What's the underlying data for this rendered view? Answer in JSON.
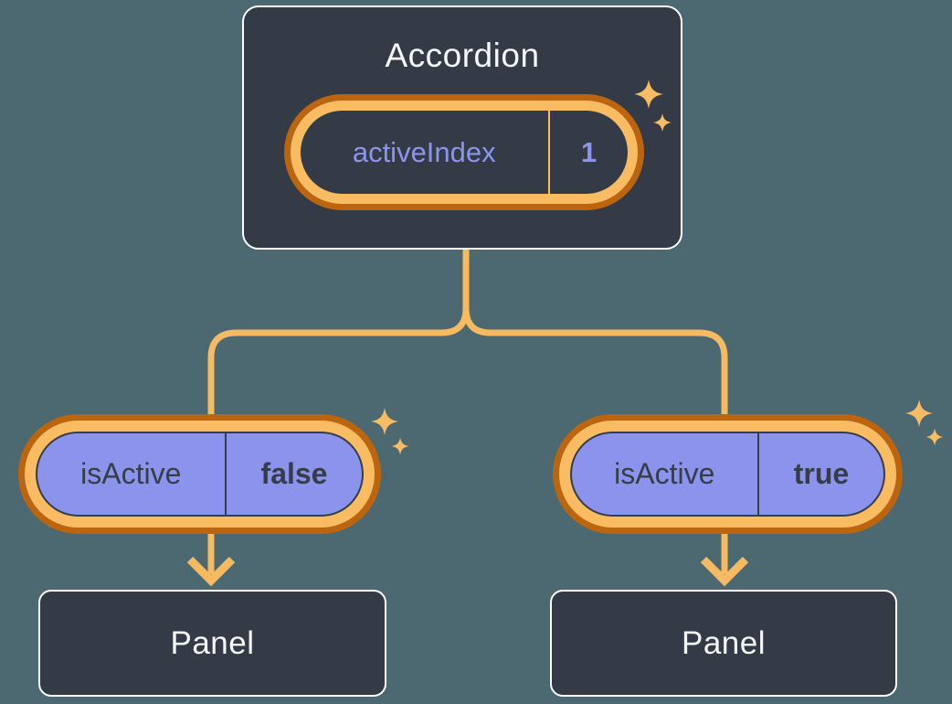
{
  "diagram": {
    "accordion": {
      "title": "Accordion",
      "state": {
        "name": "activeIndex",
        "value": "1"
      }
    },
    "left_branch": {
      "prop": {
        "name": "isActive",
        "value": "false"
      },
      "panel": {
        "label": "Panel"
      }
    },
    "right_branch": {
      "prop": {
        "name": "isActive",
        "value": "true"
      },
      "panel": {
        "label": "Panel"
      }
    },
    "icons": [
      "sparkle-icon"
    ],
    "colors": {
      "background": "#4C6870",
      "node_background": "#343A46",
      "node_border": "#FFFFFF",
      "node_text": "#F6F7F9",
      "state_text_purple": "#8C95EC",
      "prop_pill_fill": "#8C93EC",
      "prop_pill_text": "#363D49",
      "ring_outer_orange": "#BC6511",
      "ring_inner_orange": "#F9BC63",
      "connector_orange": "#F6BA62"
    }
  }
}
